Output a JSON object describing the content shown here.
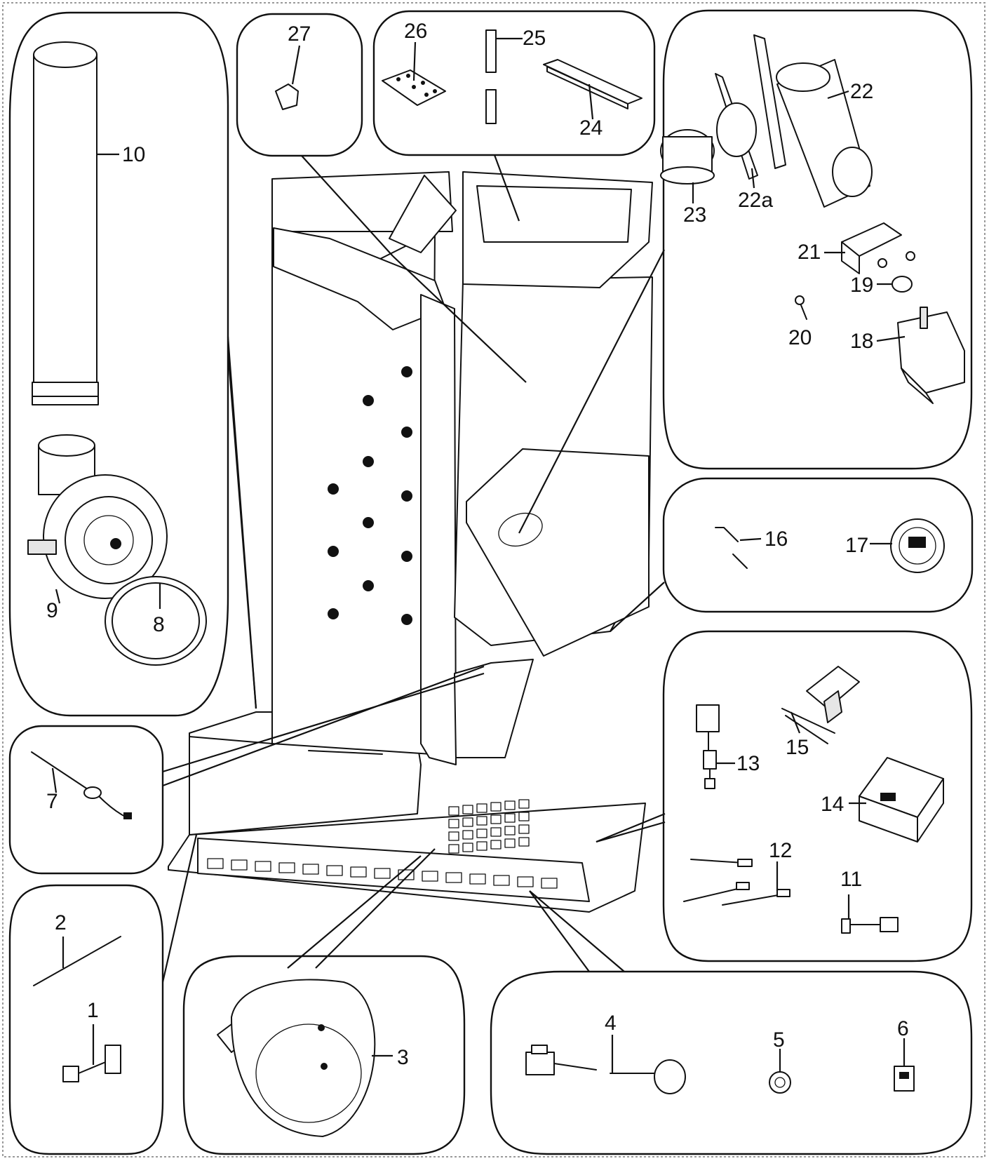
{
  "diagram": {
    "callouts": [
      {
        "id": "c1",
        "label": "1"
      },
      {
        "id": "c2",
        "label": "2"
      },
      {
        "id": "c3",
        "label": "3"
      },
      {
        "id": "c4",
        "label": "4"
      },
      {
        "id": "c5",
        "label": "5"
      },
      {
        "id": "c6",
        "label": "6"
      },
      {
        "id": "c7",
        "label": "7"
      },
      {
        "id": "c8",
        "label": "8"
      },
      {
        "id": "c9",
        "label": "9"
      },
      {
        "id": "c10",
        "label": "10"
      },
      {
        "id": "c11",
        "label": "11"
      },
      {
        "id": "c12",
        "label": "12"
      },
      {
        "id": "c13",
        "label": "13"
      },
      {
        "id": "c14",
        "label": "14"
      },
      {
        "id": "c15",
        "label": "15"
      },
      {
        "id": "c16",
        "label": "16"
      },
      {
        "id": "c17",
        "label": "17"
      },
      {
        "id": "c18",
        "label": "18"
      },
      {
        "id": "c19",
        "label": "19"
      },
      {
        "id": "c20",
        "label": "20"
      },
      {
        "id": "c21",
        "label": "21"
      },
      {
        "id": "c22",
        "label": "22"
      },
      {
        "id": "c22a",
        "label": "22a"
      },
      {
        "id": "c23",
        "label": "23"
      },
      {
        "id": "c24",
        "label": "24"
      },
      {
        "id": "c25",
        "label": "25"
      },
      {
        "id": "c26",
        "label": "26"
      },
      {
        "id": "c27",
        "label": "27"
      }
    ]
  }
}
